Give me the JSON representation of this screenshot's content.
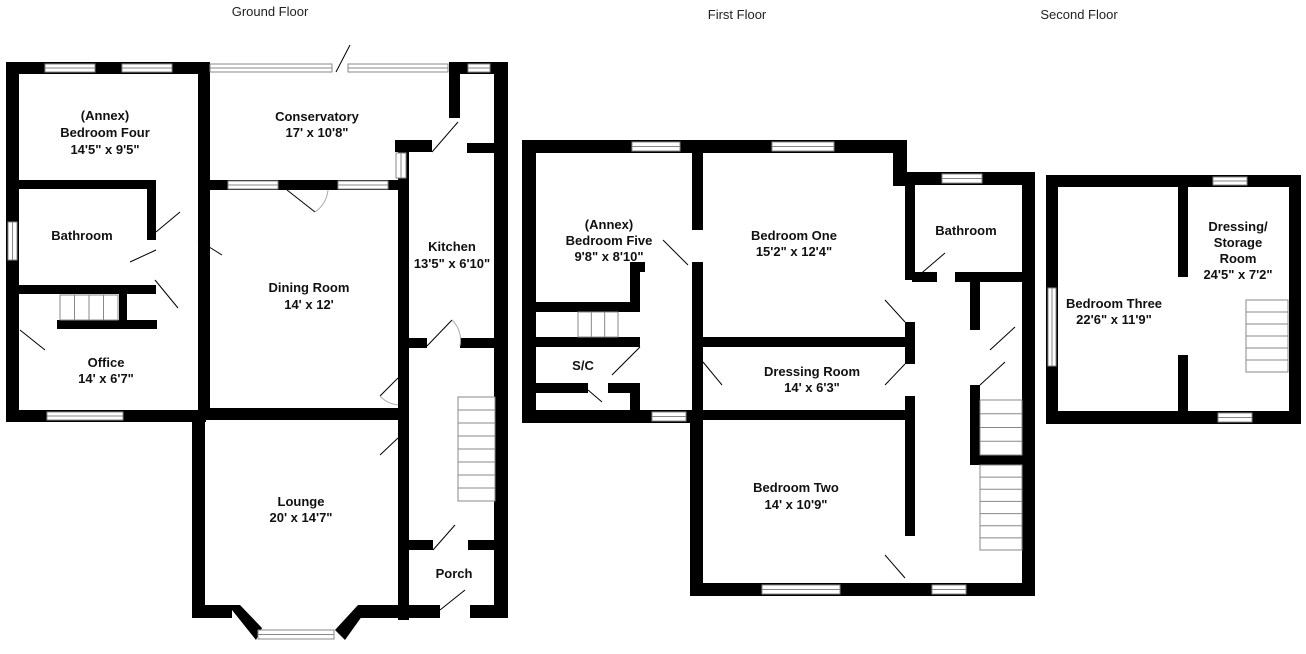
{
  "floors": [
    {
      "title": "Ground Floor"
    },
    {
      "title": "First Floor"
    },
    {
      "title": "Second Floor"
    }
  ],
  "rooms": {
    "bedroom_four": {
      "line1": "(Annex)",
      "name": "Bedroom Four",
      "size": "14'5\" x 9'5\""
    },
    "conservatory": {
      "name": "Conservatory",
      "size": "17' x 10'8\""
    },
    "bathroom_ground": {
      "name": "Bathroom"
    },
    "kitchen": {
      "name": "Kitchen",
      "size": "13'5\" x 6'10\""
    },
    "dining_room": {
      "name": "Dining Room",
      "size": "14' x 12'"
    },
    "office": {
      "name": "Office",
      "size": "14' x 6'7\""
    },
    "lounge": {
      "name": "Lounge",
      "size": "20' x 14'7\""
    },
    "porch": {
      "name": "Porch"
    },
    "bedroom_five": {
      "line1": "(Annex)",
      "name": "Bedroom Five",
      "size": "9'8\" x 8'10\""
    },
    "bedroom_one": {
      "name": "Bedroom One",
      "size": "15'2\" x 12'4\""
    },
    "bathroom_first": {
      "name": "Bathroom"
    },
    "sc": {
      "name": "S/C"
    },
    "dressing_room": {
      "name": "Dressing Room",
      "size": "14' x 6'3\""
    },
    "bedroom_two": {
      "name": "Bedroom Two",
      "size": "14' x 10'9\""
    },
    "bedroom_three": {
      "name": "Bedroom Three",
      "size": "22'6\" x 11'9\""
    },
    "dressing_storage": {
      "line1": "Dressing/",
      "line2": "Storage",
      "line3": "Room",
      "size": "24'5\" x 7'2\""
    }
  }
}
